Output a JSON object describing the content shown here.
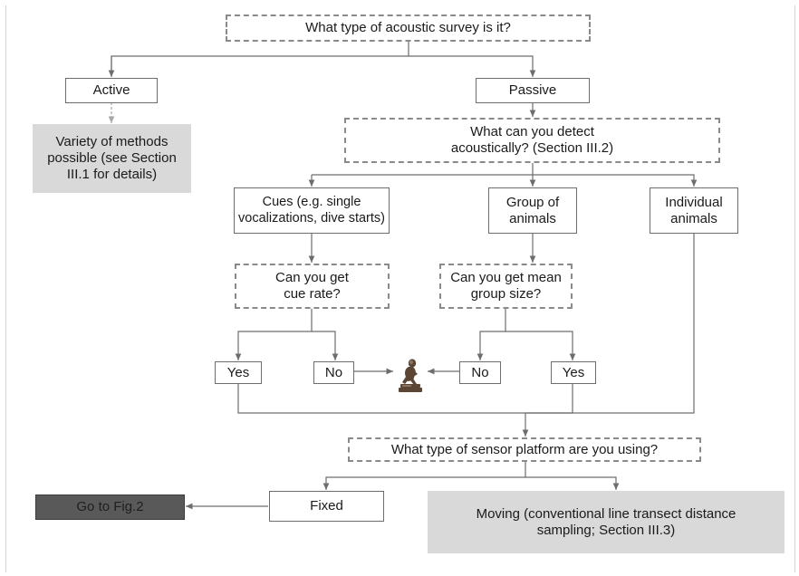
{
  "nodes": {
    "q_survey_type": "What type of acoustic survey is it?",
    "active": "Active",
    "passive": "Passive",
    "variety_methods": "Variety of methods possible (see Section III.1 for details)",
    "q_detect": "What can you detect acoustically? (Section III.2)",
    "cues": "Cues (e.g. single vocalizations, dive starts)",
    "group": "Group of animals",
    "individual": "Individual animals",
    "q_cue_rate": "Can you get cue rate?",
    "q_group_size": "Can you get mean group size?",
    "cue_yes": "Yes",
    "cue_no": "No",
    "group_no": "No",
    "group_yes": "Yes",
    "q_platform": "What type of sensor platform are you using?",
    "fixed": "Fixed",
    "goto_fig2": "Go to Fig.2",
    "moving": "Moving (conventional line transect distance sampling; Section III.3)"
  },
  "icons": {
    "dead_end": "thinker-statue-icon"
  },
  "colors": {
    "grey_box": "#d9d9d9",
    "dark_box": "#595959",
    "line": "#6d6d6d"
  }
}
